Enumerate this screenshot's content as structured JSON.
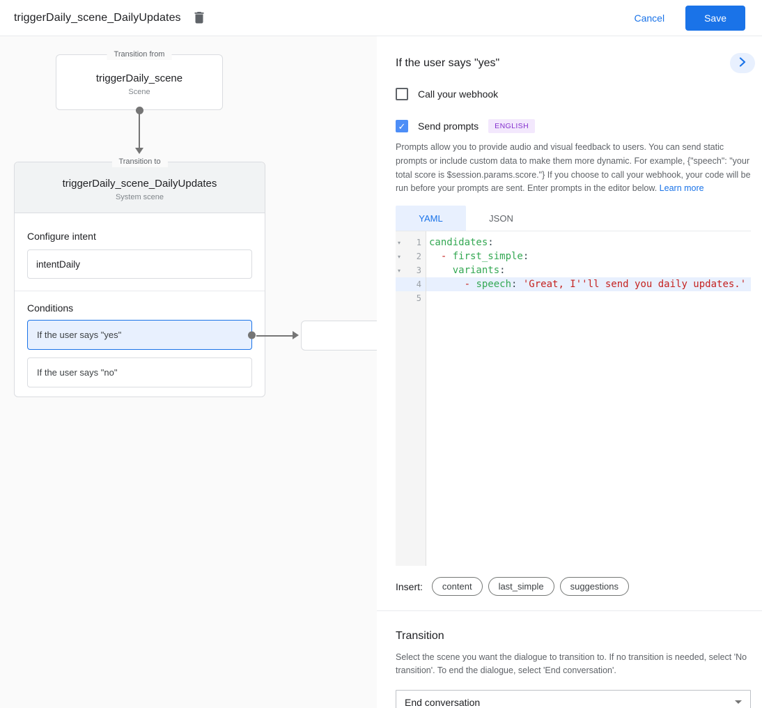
{
  "header": {
    "title": "triggerDaily_scene_DailyUpdates",
    "cancel_label": "Cancel",
    "save_label": "Save"
  },
  "diagram": {
    "from_box": {
      "legend": "Transition from",
      "title": "triggerDaily_scene",
      "subtitle": "Scene"
    },
    "to_box": {
      "legend": "Transition to",
      "title": "triggerDaily_scene_DailyUpdates",
      "subtitle": "System scene",
      "configure_intent_label": "Configure intent",
      "intent_value": "intentDaily",
      "conditions_label": "Conditions",
      "conditions": [
        {
          "label": "If the user says \"yes\"",
          "selected": true
        },
        {
          "label": "If the user says \"no\"",
          "selected": false
        }
      ]
    }
  },
  "editor_panel": {
    "title": "If the user says \"yes\"",
    "webhook_checkbox": {
      "label": "Call your webhook",
      "checked": false
    },
    "prompts_checkbox": {
      "label": "Send prompts",
      "checked": true,
      "badge": "ENGLISH"
    },
    "description": "Prompts allow you to provide audio and visual feedback to users. You can send static prompts or include custom data to make them more dynamic. For example, {\"speech\": \"your total score is $session.params.score.\"} If you choose to call your webhook, your code will be run before your prompts are sent. Enter prompts in the editor below. ",
    "learn_more_label": "Learn more",
    "tabs": [
      {
        "label": "YAML",
        "active": true
      },
      {
        "label": "JSON",
        "active": false
      }
    ],
    "code": {
      "lines": [
        {
          "num": 1,
          "fold": true,
          "highlight": false,
          "tokens": [
            [
              "key",
              "candidates"
            ],
            [
              "pun",
              ":"
            ]
          ]
        },
        {
          "num": 2,
          "fold": true,
          "highlight": false,
          "tokens": [
            [
              "pln",
              "  "
            ],
            [
              "dash",
              "- "
            ],
            [
              "key",
              "first_simple"
            ],
            [
              "pun",
              ":"
            ]
          ]
        },
        {
          "num": 3,
          "fold": true,
          "highlight": false,
          "tokens": [
            [
              "pln",
              "    "
            ],
            [
              "key",
              "variants"
            ],
            [
              "pun",
              ":"
            ]
          ]
        },
        {
          "num": 4,
          "fold": false,
          "highlight": true,
          "tokens": [
            [
              "pln",
              "      "
            ],
            [
              "dash",
              "- "
            ],
            [
              "key",
              "speech"
            ],
            [
              "pun",
              ": "
            ],
            [
              "str",
              "'Great, I''ll send you daily updates.'"
            ]
          ]
        },
        {
          "num": 5,
          "fold": false,
          "highlight": false,
          "tokens": []
        }
      ]
    },
    "insert_label": "Insert:",
    "insert_chips": [
      "content",
      "last_simple",
      "suggestions"
    ]
  },
  "transition_section": {
    "title": "Transition",
    "description": "Select the scene you want the dialogue to transition to. If no transition is needed, select 'No transition'. To end the dialogue, select 'End conversation'.",
    "selected_value": "End conversation"
  },
  "colors": {
    "accent_blue": "#1a73e8",
    "checkbox_blue": "#4d8ef7",
    "selection_bg": "#e8f0fe",
    "badge_purple_text": "#8430ce",
    "badge_purple_bg": "#f3e8fd",
    "code_key_green": "#34a853",
    "code_string_red": "#c5221f",
    "connector_gray": "#757575"
  }
}
